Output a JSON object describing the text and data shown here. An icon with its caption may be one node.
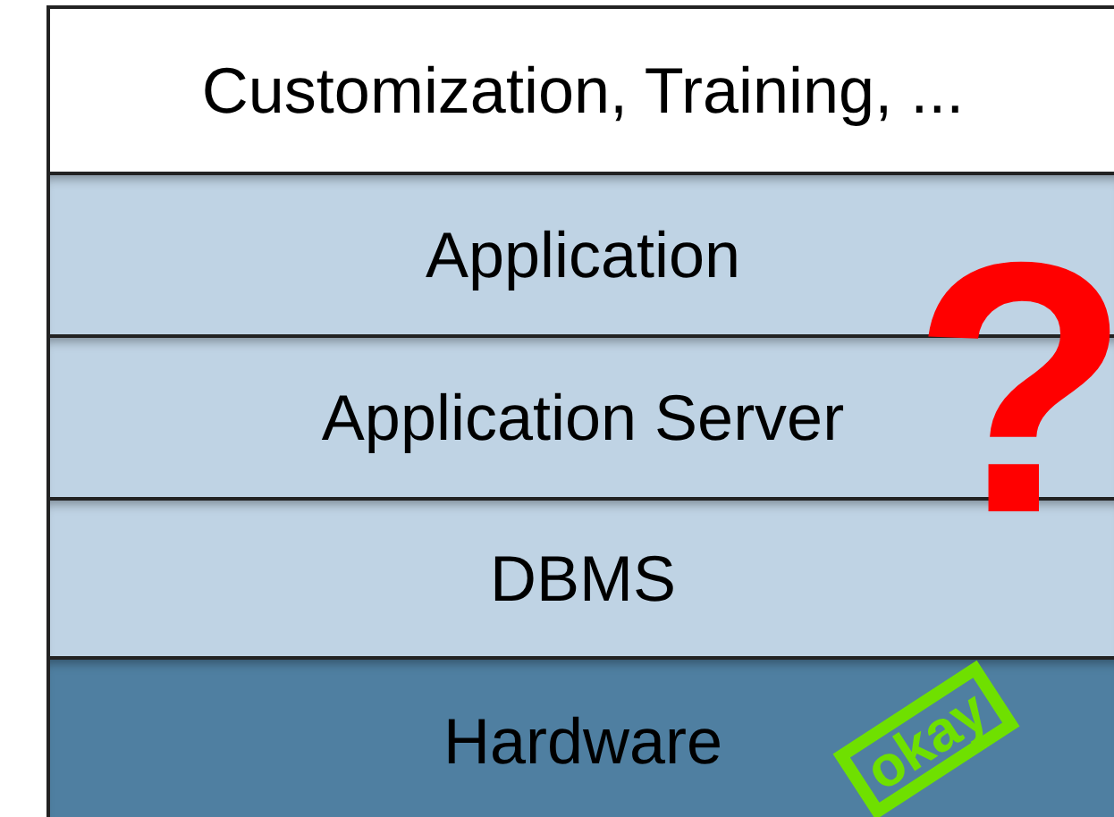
{
  "diagram": {
    "nodes": [
      {
        "text": [
          "Customization, Training, ..."
        ]
      },
      {
        "text": [
          "Application"
        ]
      },
      {
        "text": [
          "Application Server"
        ]
      },
      {
        "text": [
          "DBMS"
        ]
      },
      {
        "text": [
          "Hardware"
        ]
      }
    ],
    "labels": [
      "?",
      "okay"
    ]
  }
}
